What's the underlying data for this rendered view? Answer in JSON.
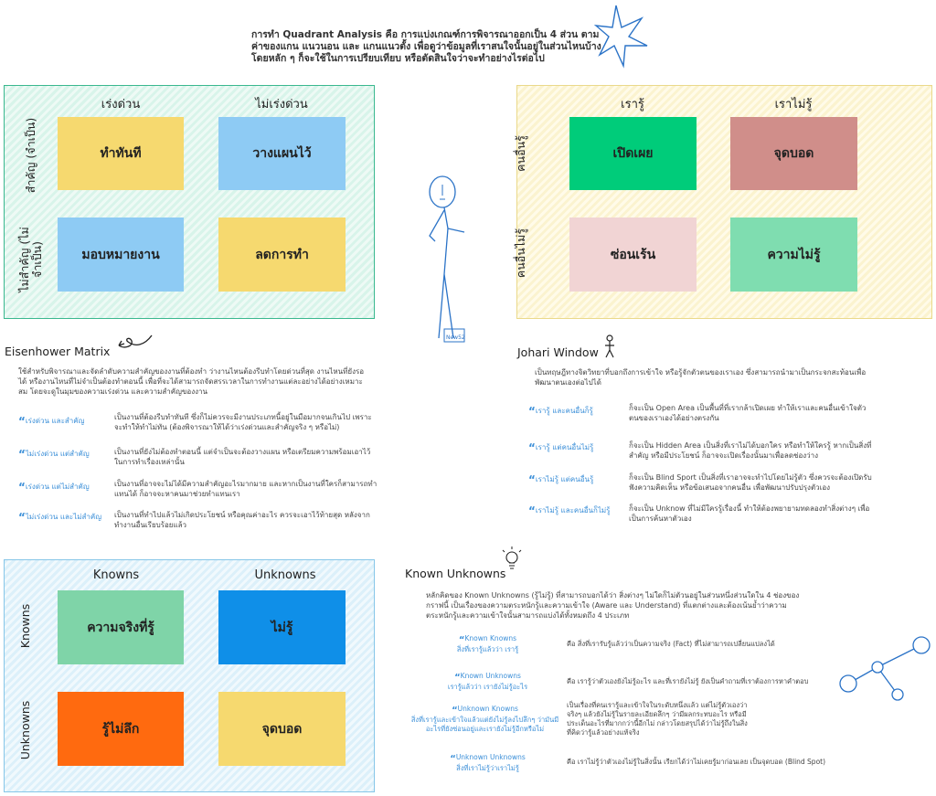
{
  "intro": "การทำ Quadrant Analysis คือ การแบ่งเกณฑ์การพิจารณาออกเป็น 4 ส่วน ตามค่าของแกน แนวนอน และ แกนแนวตั้ง เพื่อดูว่าข้อมูลที่เราสนใจนั้นอยู่ในส่วนไหนบ้าง โดยหลัก ๆ ก็จะใช้ในการเปรียบเทียบ หรือตัดสินใจว่าจะทำอย่างไรต่อไป",
  "colors": {
    "accent_blue": "#3b8fd8",
    "green_border": "#3ab88f",
    "yellow_border": "#ead98a",
    "blue_border": "#86c6e8"
  },
  "eisenhower": {
    "col1": "เร่งด่วน",
    "col2": "ไม่เร่งด่วน",
    "row1": "สำคัญ (จำเป็น)",
    "row2": "ไม่สำคัญ (ไม่จำเป็น)",
    "q1": "ทำทันที",
    "q2": "วางแผนไว้",
    "q3": "มอบหมายงาน",
    "q4": "ลดการทำ",
    "title": "Eisenhower Matrix",
    "description": "ใช้สำหรับพิจารณาและจัดลำดับความสำคัญของงานที่ต้องทำ ว่างานไหนต้องรีบทำโดยด่วนที่สุด งานไหนที่ยังรอได้ หรืองานไหนที่ไม่จำเป็นต้องทำตอนนี้ เพื่อที่จะได้สามารถจัดสรรเวลาในการทำงานแต่ละอย่างได้อย่างเหมาะสม โดยจะดูในมุมของความเร่งด่วน และความสำคัญของงาน",
    "items": [
      {
        "key": "เร่งด่วน และสำคัญ",
        "value": "เป็นงานที่ต้องรีบทำทันที ซึ่งก็ไม่ควรจะมีงานประเภทนี้อยู่ในมือมากจนเกินไป เพราะจะทำให้ทำไม่ทัน (ต้องพิจารณาให้ได้ว่าเร่งด่วนและสำคัญจริง ๆ หรือไม่)"
      },
      {
        "key": "ไม่เร่งด่วน แต่สำคัญ",
        "value": "เป็นงานที่ยังไม่ต้องทำตอนนี้ แต่จำเป็นจะต้องวางแผน หรือเตรียมความพร้อมเอาไว้ในการทำเรื่องเหล่านั้น"
      },
      {
        "key": "เร่งด่วน แต่ไม่สำคัญ",
        "value": "เป็นงานที่อาจจะไม่ได้มีความสำคัญอะไรมากมาย และหากเป็นงานที่ใครก็สามารถทำแทนได้ ก็อาจจะหาคนมาช่วยทำแทนเรา"
      },
      {
        "key": "ไม่เร่งด่วน และไม่สำคัญ",
        "value": "เป็นงานที่ทำไปแล้วไม่เกิดประโยชน์ หรือคุณค่าอะไร ควรจะเอาไว้ท้ายสุด หลังจากทำงานอื่นเรียบร้อยแล้ว"
      }
    ]
  },
  "johari": {
    "col1": "เรารู้",
    "col2": "เราไม่รู้",
    "row1": "คนอื่นรู้",
    "row2": "คนอื่นไม่รู้",
    "q1": "เปิดเผย",
    "q2": "จุดบอด",
    "q3": "ซ่อนเร้น",
    "q4": "ความไม่รู้",
    "title": "Johari Window",
    "description": "เป็นทฤษฎีทางจิตวิทยาที่บอกถึงการเข้าใจ หรือรู้จักตัวตนของเราเอง ซึ่งสามารถนำมาเป็นกระจกสะท้อนเพื่อพัฒนาตนเองต่อไปได้",
    "items": [
      {
        "key": "เรารู้ และคนอื่นก็รู้",
        "value": "ก็จะเป็น Open Area เป็นพื้นที่ที่เรากล้าเปิดเผย ทำให้เราและคนอื่นเข้าใจตัวตนของเราเองได้อย่างตรงกัน"
      },
      {
        "key": "เรารู้ แต่คนอื่นไม่รู้",
        "value": "ก็จะเป็น Hidden Area เป็นสิ่งที่เราไม่ได้บอกใคร หรือทำให้ใครรู้ หากเป็นสิ่งที่สำคัญ หรือมีประโยชน์ ก็อาจจะเปิดเรื่องนั้นมาเพื่อลดช่องว่าง"
      },
      {
        "key": "เราไม่รู้ แต่คนอื่นรู้",
        "value": "ก็จะเป็น Blind Sport เป็นสิ่งที่เราอาจจะทำไปโดยไม่รู้ตัว ซึ่งควรจะต้องเปิดรับฟังความคิดเห็น หรือข้อเสนอจากคนอื่น เพื่อพัฒนาปรับปรุงตัวเอง"
      },
      {
        "key": "เราไม่รู้ และคนอื่นก็ไม่รู้",
        "value": "ก็จะเป็น Unknow ที่ไม่มีใครรู้เรื่องนี้ ทำให้ต้องพยายามทดลองทำสิ่งต่างๆ เพื่อเป็นการค้นหาตัวเอง"
      }
    ]
  },
  "known": {
    "col1": "Knowns",
    "col2": "Unknowns",
    "row1": "Knowns",
    "row2": "Unknowns",
    "q1": "ความจริงที่รู้",
    "q2": "ไม่รู้",
    "q3": "รู้ไม่ลึก",
    "q4": "จุดบอด",
    "title": "Known Unknowns",
    "description": "หลักคิดของ Known Unknowns (รู้ไม่รู้) ที่สามารถบอกได้ว่า สิ่งต่างๆ ไม่ใดก็ไม่ตัวนอยู่ในส่วนหนึ่งส่วนใดใน 4 ช่องของกราฟนี้ เป็นเรื่องของความตระหนักรู้และความเข้าใจ (Aware และ Understand) ที่แตกต่างและต้องเน้นย้ำว่าความตระหนักรู้และความเข้าใจนั้นสามารถแบ่งได้ทั้งหมดถึง 4 ประเภท",
    "items": [
      {
        "key": "Known Knowns",
        "sub": "สิ่งที่เรารู้แล้วว่า เรารู้",
        "value": "คือ สิ่งที่เรารับรู้แล้วว่าเป็นความจริง (Fact) ที่ไม่สามารถเปลี่ยนแปลงได้"
      },
      {
        "key": "Known Unknowns",
        "sub": "เรารู้แล้วว่า เรายังไม่รู้อะไร",
        "value": "คือ เรารู้ว่าตัวเองยังไม่รู้อะไร และที่เรายังไม่รู้ ยังเป็นคำถามที่เราต้องการหาคำตอบ"
      },
      {
        "key": "Unknown Knowns",
        "sub": "สิ่งที่เรารู้และเข้าใจแล้วแต่ยังไม่รู้ลงไปลึกๆ ว่ามันมีอะไรที่ยังซ่อนอยู่และเรายังไม่รู้อีกหรือไม่",
        "value": "เป็นเรื่องที่คนเรารู้และเข้าใจในระดับหนึ่งแล้ว แต่ไม่รู้ตัวเองว่าจริงๆ แล้วยังไม่รู้ในรายละเอียดลึกๆ ว่ามีผลกระทบอะไร หรือมีประเด็นอะไรที่มากกว่านี้อีกไม่ กล่าวโดยสรุปได้ว่าไม่รู้ถึงในสิ่งที่คิดว่ารู้แล้วอย่างแท้จริง"
      },
      {
        "key": "Unknown Unknowns",
        "sub": "สิ่งที่เราไม่รู้ว่าเราไม่รู้",
        "value": "คือ เราไม่รู้ว่าตัวเองไม่รู้ในสิ่งนั้น เรียกได้ว่าไม่เคยรู้มาก่อนเลย เป็นจุดบอด (Blind Spot)"
      }
    ]
  },
  "figure_tag": "New52"
}
